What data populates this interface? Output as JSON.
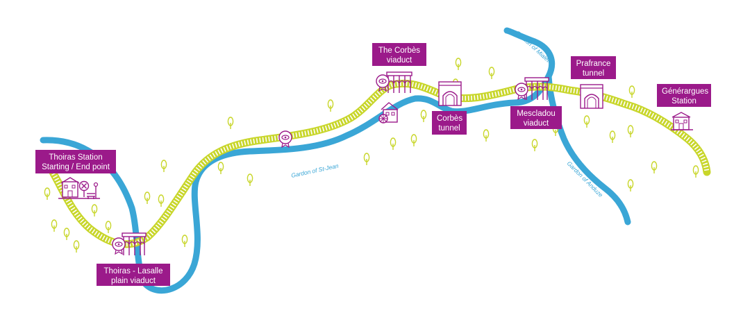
{
  "colors": {
    "river": "#3aa6d6",
    "railway": "#c8d62a",
    "railway_ties": "#ffffff",
    "label_bg": "#9b1a8a",
    "label_text": "#ffffff",
    "icon": "#9b1a8a",
    "tree": "#c8d62a"
  },
  "labels": {
    "thoiras_station": {
      "line1": "Thoiras Station",
      "line2": "Starting / End point"
    },
    "thoiras_viaduct": {
      "line1": "Thoiras - Lasalle",
      "line2": "plain viaduct"
    },
    "corbes_viaduct": {
      "line1": "The Corbès",
      "line2": "viaduct"
    },
    "corbes_tunnel": {
      "line1": "Corbès",
      "line2": "tunnel"
    },
    "mescladou_viaduct": {
      "line1": "Mescladou",
      "line2": "viaduct"
    },
    "prafrance_tunnel": {
      "line1": "Prafrance",
      "line2": "tunnel"
    },
    "generargues_station": {
      "line1": "Générargues",
      "line2": "Station"
    }
  },
  "rivers": {
    "st_jean": "Gardon of St-Jean",
    "mialet": "Gardon of Mialet",
    "anduze": "Gardon of Anduze"
  },
  "icons": {
    "station": "station-building-icon",
    "no_entry": "no-entry-sign-icon",
    "bench": "bench-icon",
    "lamp": "street-lamp-icon",
    "viaduct": "viaduct-arches-icon",
    "tunnel": "tunnel-portal-icon",
    "viewpoint": "viewpoint-badge-icon",
    "mill": "water-mill-house-icon",
    "tree": "tree-icon"
  }
}
